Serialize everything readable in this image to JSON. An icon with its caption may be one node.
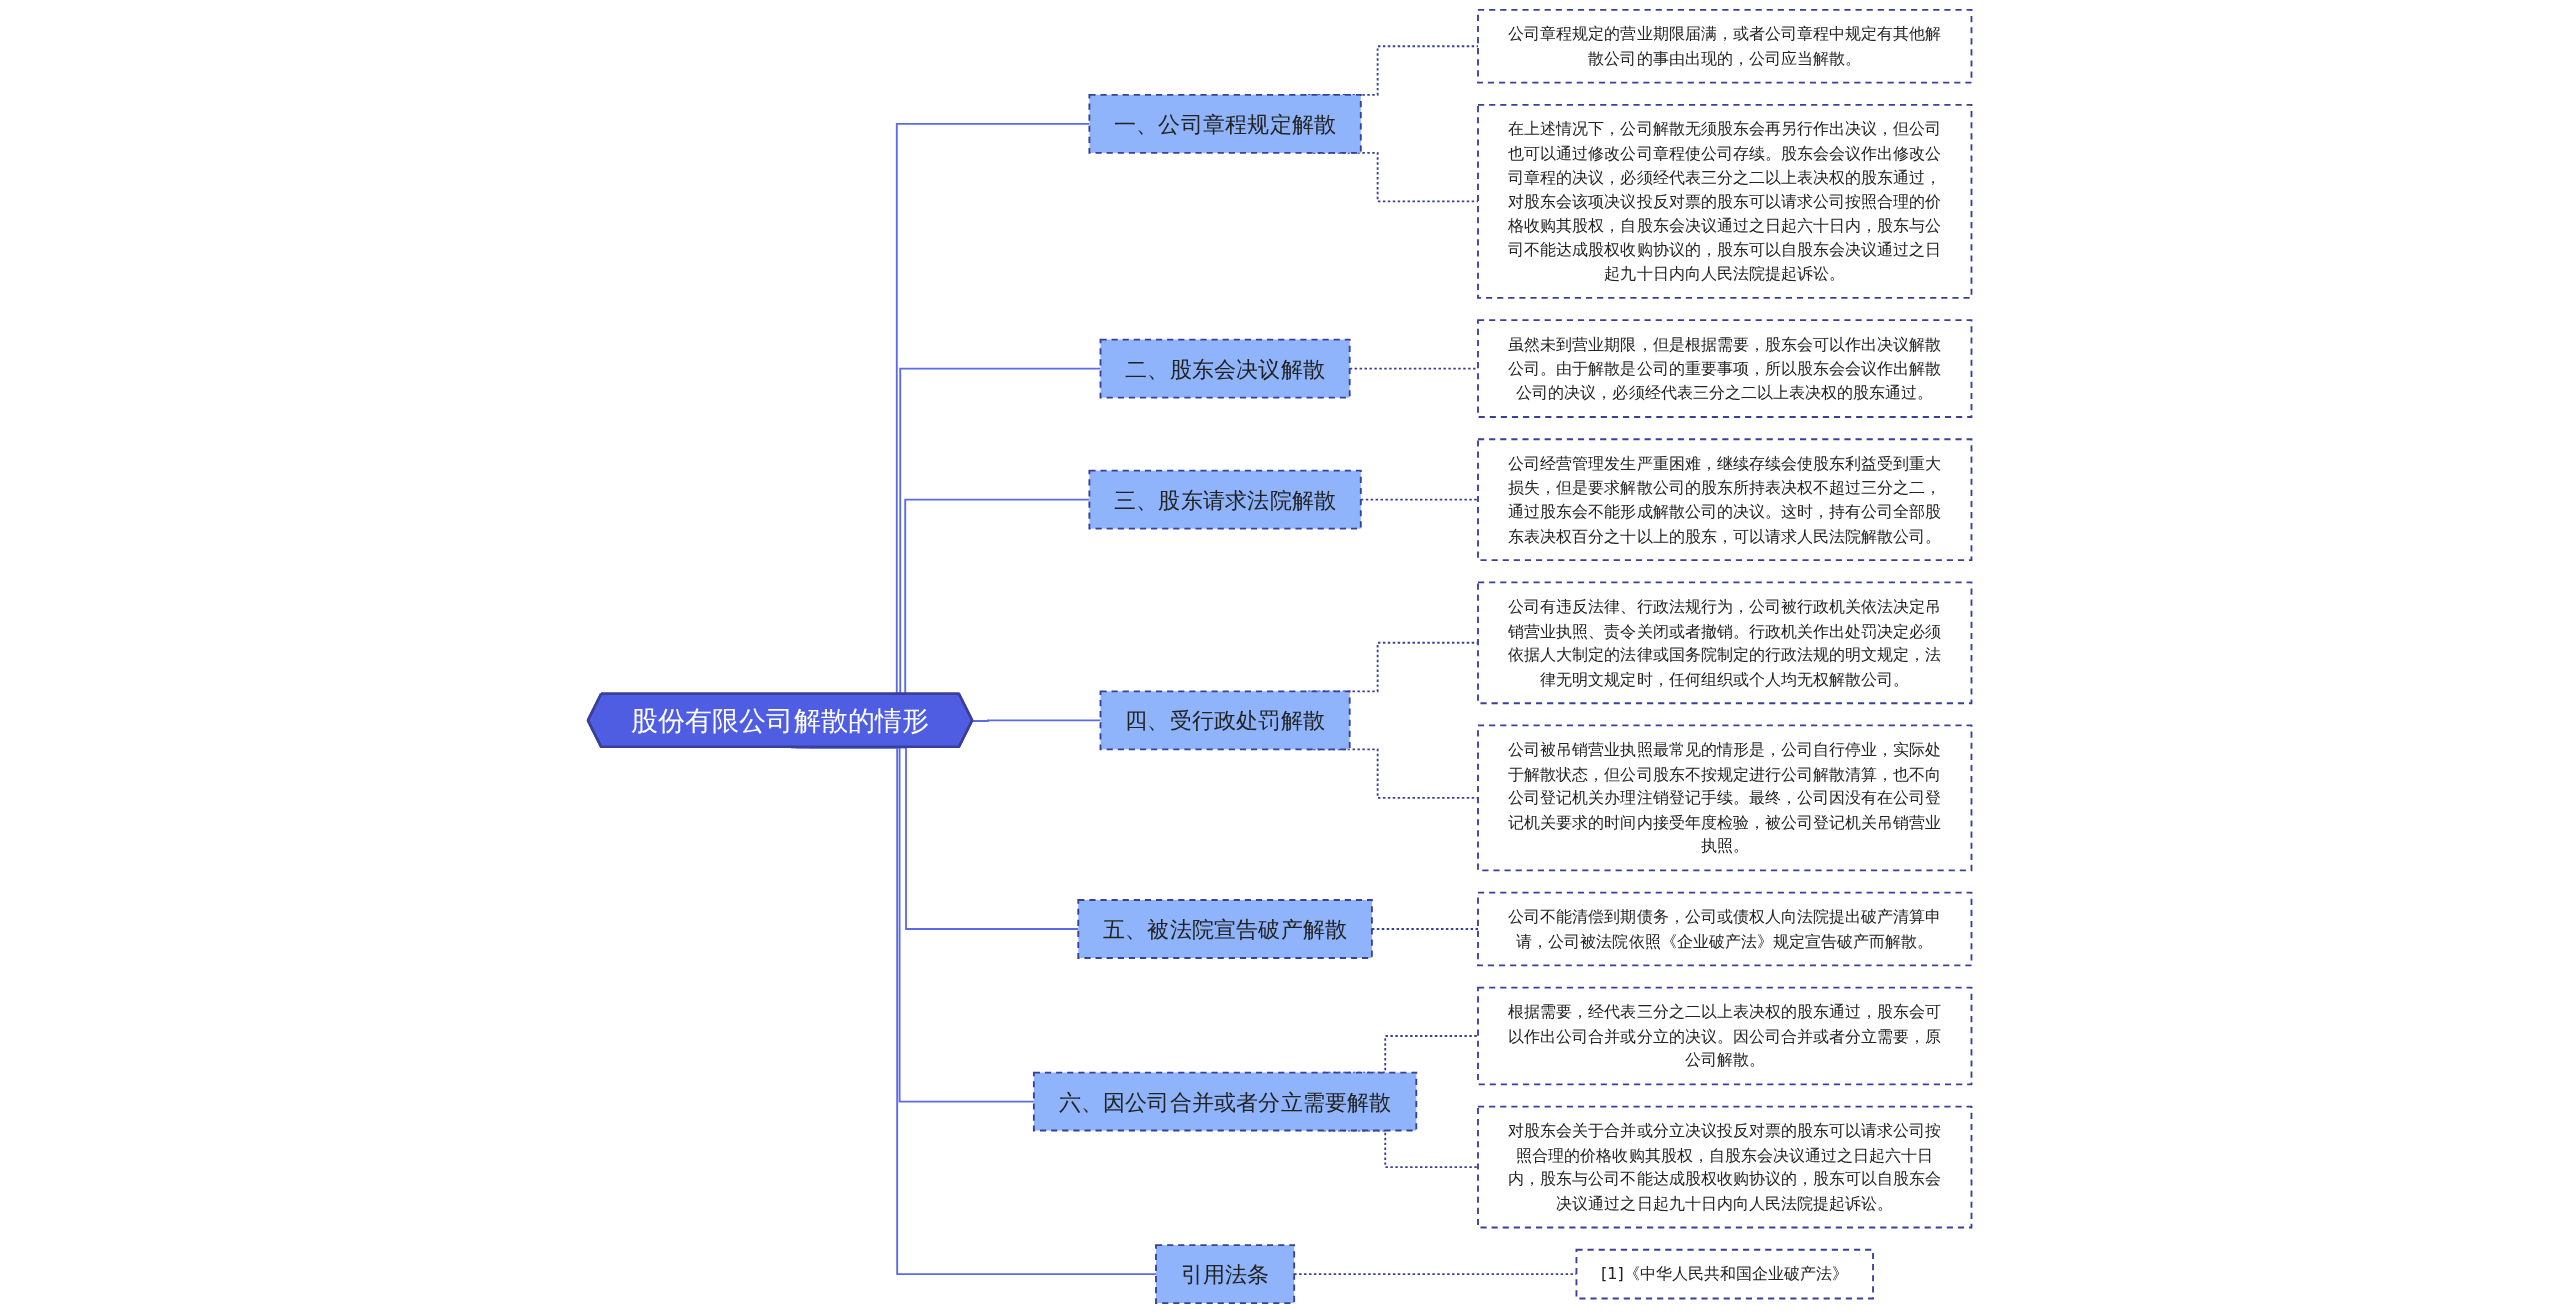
{
  "diagram": {
    "nodes": [
      {
        "text": [
          "股份有限公司解散的情形"
        ]
      },
      {
        "text": [
          "一、公司章程规定解散"
        ]
      },
      {
        "text": [
          "公司章程规定的营业期限届满，或者公司章程中规定有其他解散公司的事由出现的，公司应当解散。"
        ]
      },
      {
        "text": [
          "在上述情况下，公司解散无须股东会再另行作出决议，但公司也可以通过修改公司章程使公司存续。股东会会议作出修改公司章程的决议，必须经代表三分之二以上表决权的股东通过，对股东会该项决议投反对票的股东可以请求公司按照合理的价格收购其股权，自股东会决议通过之日起六十日内，股东与公司不能达成股权收购协议的，股东可以自股东会决议通过之日起九十日内向人民法院提起诉讼。"
        ]
      },
      {
        "text": [
          "二、股东会决议解散"
        ]
      },
      {
        "text": [
          "虽然未到营业期限，但是根据需要，股东会可以作出决议解散公司。由于解散是公司的重要事项，所以股东会会议作出解散公司的决议，必须经代表三分之二以上表决权的股东通过。"
        ]
      },
      {
        "text": [
          "三、股东请求法院解散"
        ]
      },
      {
        "text": [
          "公司经营管理发生严重困难，继续存续会使股东利益受到重大损失，但是要求解散公司的股东所持表决权不超过三分之二，通过股东会不能形成解散公司的决议。这时，持有公司全部股东表决权百分之十以上的股东，可以请求人民法院解散公司。"
        ]
      },
      {
        "text": [
          "四、受行政处罚解散"
        ]
      },
      {
        "text": [
          "公司有违反法律、行政法规行为，公司被行政机关依法决定吊销营业执照、责令关闭或者撤销。行政机关作出处罚决定必须依据人大制定的法律或国务院制定的行政法规的明文规定，法律无明文规定时，任何组织或个人均无权解散公司。"
        ]
      },
      {
        "text": [
          "公司被吊销营业执照最常见的情形是，公司自行停业，实际处于解散状态，但公司股东不按规定进行公司解散清算，也不向公司登记机关办理注销登记手续。最终，公司因没有在公司登记机关要求的时间内接受年度检验，被公司登记机关吊销营业执照。"
        ]
      },
      {
        "text": [
          "五、被法院宣告破产解散"
        ]
      },
      {
        "text": [
          "公司不能清偿到期债务，公司或债权人向法院提出破产清算申请，公司被法院依照《企业破产法》规定宣告破产而解散。"
        ]
      },
      {
        "text": [
          "六、因公司合并或者分立需要解散"
        ]
      },
      {
        "text": [
          "根据需要，经代表三分之二以上表决权的股东通过，股东会可以作出公司合并或分立的决议。因公司合并或者分立需要，原公司解散。"
        ]
      },
      {
        "text": [
          "对股东会关于合并或分立决议投反对票的股东可以请求公司按照合理的价格收购其股权，自股东会决议通过之日起六十日内，股东与公司不能达成股权收购协议的，股东可以自股东会决议通过之日起九十日内向人民法院提起诉讼。"
        ]
      },
      {
        "text": [
          "引用法条"
        ]
      },
      {
        "text": [
          "[1]《中华人民共和国企业破产法》"
        ]
      }
    ],
    "edges": [
      {
        "from": 0,
        "to": 1,
        "arrow": "none"
      },
      {
        "from": 1,
        "to": 2,
        "arrow": "none",
        "style": "dashed"
      },
      {
        "from": 1,
        "to": 3,
        "arrow": "none",
        "style": "dashed"
      },
      {
        "from": 0,
        "to": 4,
        "arrow": "none"
      },
      {
        "from": 4,
        "to": 5,
        "arrow": "none",
        "style": "dashed"
      },
      {
        "from": 0,
        "to": 6,
        "arrow": "none"
      },
      {
        "from": 6,
        "to": 7,
        "arrow": "none",
        "style": "dashed"
      },
      {
        "from": 0,
        "to": 8,
        "arrow": "none"
      },
      {
        "from": 8,
        "to": 9,
        "arrow": "none",
        "style": "dashed"
      },
      {
        "from": 8,
        "to": 10,
        "arrow": "none",
        "style": "dashed"
      },
      {
        "from": 0,
        "to": 11,
        "arrow": "none"
      },
      {
        "from": 11,
        "to": 12,
        "arrow": "none",
        "style": "dashed"
      },
      {
        "from": 0,
        "to": 13,
        "arrow": "none"
      },
      {
        "from": 13,
        "to": 14,
        "arrow": "none",
        "style": "dashed"
      },
      {
        "from": 13,
        "to": 15,
        "arrow": "none",
        "style": "dashed"
      },
      {
        "from": 0,
        "to": 16,
        "arrow": "none"
      },
      {
        "from": 16,
        "to": 17,
        "arrow": "none",
        "style": "dashed"
      }
    ]
  }
}
